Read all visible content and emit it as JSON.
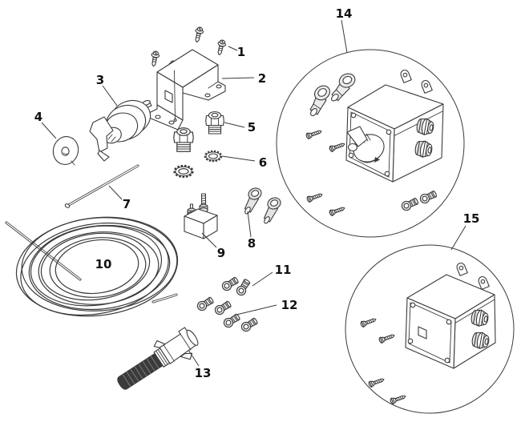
{
  "diagram": {
    "background": "#ffffff",
    "line_color": "#3a3a3a",
    "label_color": "#111111",
    "parts": [
      {
        "label": "1"
      },
      {
        "label": "2"
      },
      {
        "label": "3"
      },
      {
        "label": "4"
      },
      {
        "label": "5"
      },
      {
        "label": "6"
      },
      {
        "label": "7"
      },
      {
        "label": "8"
      },
      {
        "label": "9"
      },
      {
        "label": "10"
      },
      {
        "label": "11"
      },
      {
        "label": "12"
      },
      {
        "label": "13"
      },
      {
        "label": "14"
      },
      {
        "label": "15"
      }
    ]
  }
}
